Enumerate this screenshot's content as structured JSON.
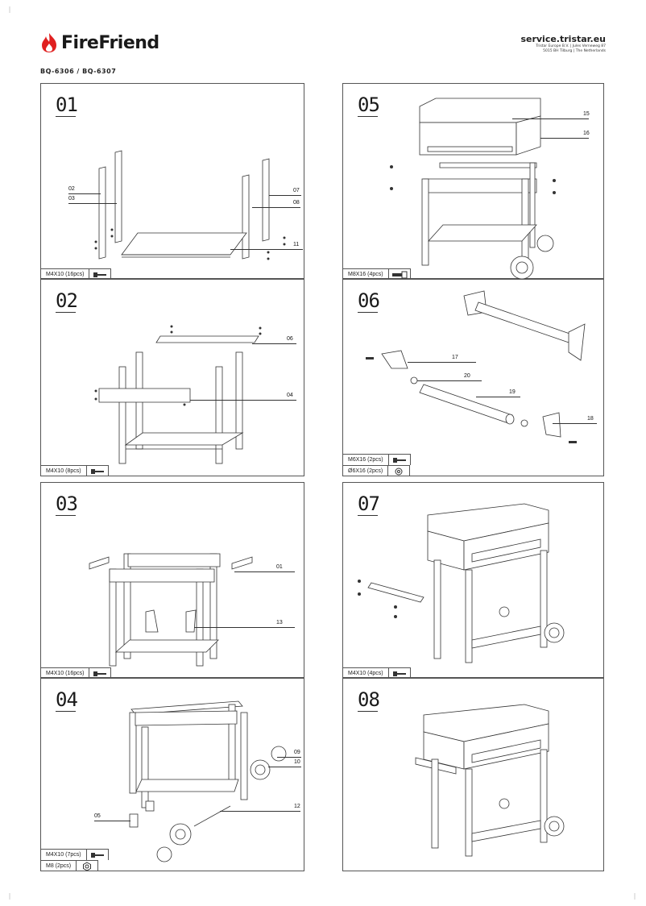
{
  "header": {
    "brand": "FireFriend",
    "model": "BQ-6306 / BQ-6307",
    "service_url": "service.tristar.eu",
    "address_line1": "Tristar Europe B.V.  |  Jules Verneweg 87",
    "address_line2": "5015 BH Tilburg  |  The Netherlands"
  },
  "colors": {
    "accent": "#e02020",
    "line": "#333333",
    "frame": "#555555"
  },
  "steps": [
    {
      "number": "01",
      "labels": [
        "02",
        "03",
        "07",
        "08",
        "11"
      ],
      "hardware": [
        {
          "text": "M4X10 (16pcs)",
          "icon": "screw-icon"
        }
      ]
    },
    {
      "number": "05",
      "labels": [
        "15",
        "16"
      ],
      "hardware": [
        {
          "text": "M8X16 (4pcs)",
          "icon": "bolt-icon"
        }
      ]
    },
    {
      "number": "02",
      "labels": [
        "06",
        "04"
      ],
      "hardware": [
        {
          "text": "M4X10 (8pcs)",
          "icon": "screw-icon"
        }
      ]
    },
    {
      "number": "06",
      "labels": [
        "17",
        "20",
        "19",
        "18"
      ],
      "hardware": [
        {
          "text": "M6X16 (2pcs)",
          "icon": "screw-icon"
        },
        {
          "text": "Ø6X16 (2pcs)",
          "icon": "washer-icon"
        }
      ]
    },
    {
      "number": "03",
      "labels": [
        "01",
        "13"
      ],
      "hardware": [
        {
          "text": "M4X10 (16pcs)",
          "icon": "screw-icon"
        }
      ]
    },
    {
      "number": "07",
      "labels": [],
      "hardware": [
        {
          "text": "M4X10 (4pcs)",
          "icon": "screw-icon"
        }
      ]
    },
    {
      "number": "04",
      "labels": [
        "09",
        "10",
        "05",
        "12"
      ],
      "hardware": [
        {
          "text": "M4X10 (7pcs)",
          "icon": "screw-icon"
        },
        {
          "text": "M8 (2pcs)",
          "icon": "nut-icon"
        }
      ]
    },
    {
      "number": "08",
      "labels": [],
      "hardware": []
    }
  ]
}
